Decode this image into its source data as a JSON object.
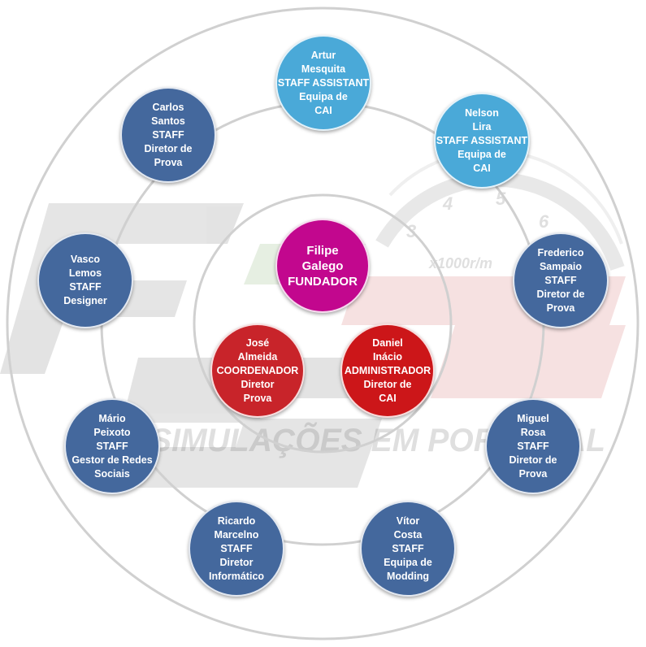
{
  "nodes": [
    {
      "id": "filipe-galego",
      "lines": [
        "Filipe",
        "Galego",
        "FUNDADOR"
      ],
      "color": "#c2078e",
      "group": "center"
    },
    {
      "id": "jose-almeida",
      "lines": [
        "José",
        "Almeida",
        "COORDENADOR",
        "Diretor",
        "Prova"
      ],
      "color": "#c8242a",
      "group": "inner"
    },
    {
      "id": "daniel-inacio",
      "lines": [
        "Daniel",
        "Inácio",
        "ADMINISTRADOR",
        "Diretor de",
        "CAI"
      ],
      "color": "#cc1619",
      "group": "inner"
    },
    {
      "id": "artur-mesquita",
      "lines": [
        "Artur",
        "Mesquita",
        "STAFF ASSISTANT",
        "Equipa de",
        "CAI"
      ],
      "color": "#4aa9d8",
      "group": "outer"
    },
    {
      "id": "nelson-lira",
      "lines": [
        "Nelson",
        "Lira",
        "STAFF ASSISTANT",
        "Equipa de",
        "CAI"
      ],
      "color": "#4aa9d8",
      "group": "outer"
    },
    {
      "id": "frederico-sampaio",
      "lines": [
        "Frederico",
        "Sampaio",
        "STAFF",
        "Diretor de",
        "Prova"
      ],
      "color": "#44689d",
      "group": "outer"
    },
    {
      "id": "miguel-rosa",
      "lines": [
        "Miguel",
        "Rosa",
        "STAFF",
        "Diretor de",
        "Prova"
      ],
      "color": "#44689d",
      "group": "outer"
    },
    {
      "id": "vitor-costa",
      "lines": [
        "Vítor",
        "Costa",
        "STAFF",
        "Equipa de",
        "Modding"
      ],
      "color": "#44689d",
      "group": "outer"
    },
    {
      "id": "ricardo-marcelno",
      "lines": [
        "Ricardo",
        "Marcelno",
        "STAFF",
        "Diretor",
        "Informático"
      ],
      "color": "#44689d",
      "group": "outer"
    },
    {
      "id": "mario-peixoto",
      "lines": [
        "Mário",
        "Peixoto",
        "STAFF",
        "Gestor de Redes",
        "Sociais"
      ],
      "color": "#44689d",
      "group": "outer"
    },
    {
      "id": "vasco-lemos",
      "lines": [
        "Vasco",
        "Lemos",
        "STAFF",
        "Designer"
      ],
      "color": "#44689d",
      "group": "outer"
    },
    {
      "id": "carlos-santos",
      "lines": [
        "Carlos",
        "Santos",
        "STAFF",
        "Diretor de",
        "Prova"
      ],
      "color": "#44689d",
      "group": "outer"
    }
  ],
  "watermark": {
    "text": "SIMULAÇÕES EM PORTUGAL",
    "gauge_ticks": [
      "3",
      "4",
      "5",
      "6"
    ],
    "gauge_unit": "x1000r/m"
  }
}
